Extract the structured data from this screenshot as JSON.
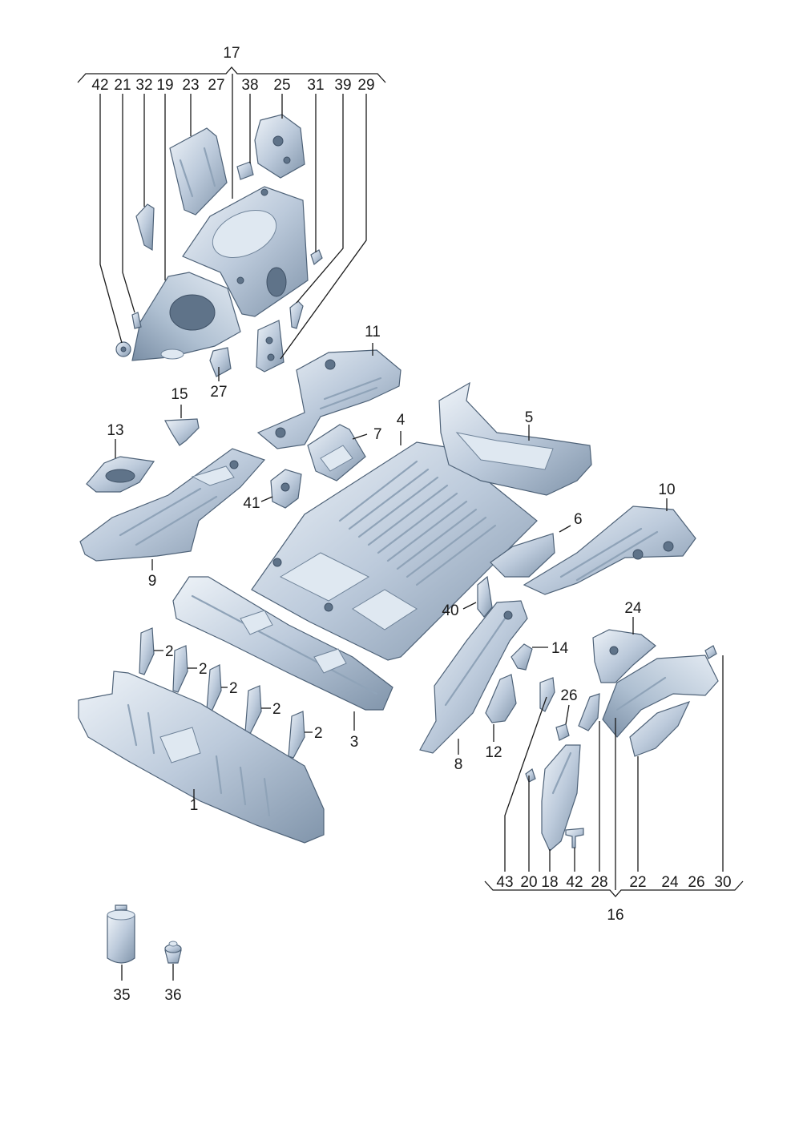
{
  "group_labels": {
    "top": "17",
    "bottom": "16"
  },
  "top_labels": [
    "42",
    "21",
    "32",
    "19",
    "23",
    "27",
    "38",
    "25",
    "31",
    "39",
    "29"
  ],
  "bottom_labels": [
    "43",
    "20",
    "18",
    "42",
    "28",
    "22",
    "24",
    "26",
    "30"
  ],
  "part_labels": {
    "p1": "1",
    "p2a": "2",
    "p2b": "2",
    "p2c": "2",
    "p2d": "2",
    "p2e": "2",
    "p3": "3",
    "p4": "4",
    "p5": "5",
    "p6": "6",
    "p7": "7",
    "p8": "8",
    "p9": "9",
    "p10": "10",
    "p11": "11",
    "p12": "12",
    "p13": "13",
    "p14": "14",
    "p15": "15",
    "p24": "24",
    "p26": "26",
    "p27": "27",
    "p35": "35",
    "p36": "36",
    "p40": "40",
    "p41": "41"
  },
  "colors": {
    "metal_light": "#e8eef5",
    "metal_mid": "#b9c8d8",
    "metal_dark": "#7f93a9",
    "outline": "#4e6278",
    "text": "#1a1a1a"
  }
}
